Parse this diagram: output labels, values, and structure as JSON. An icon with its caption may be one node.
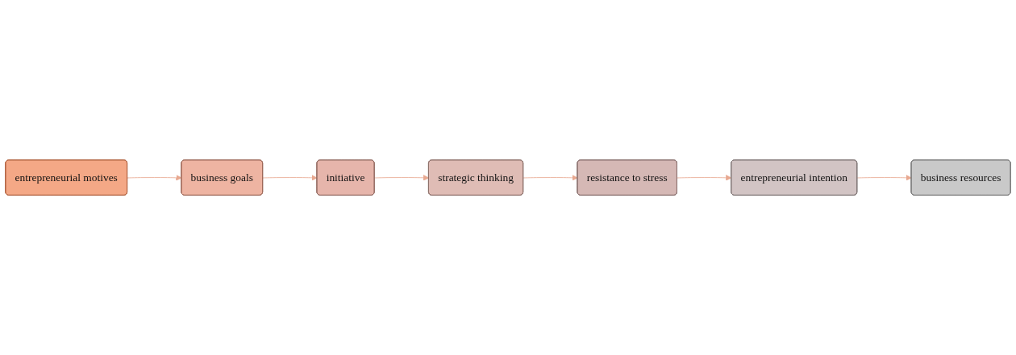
{
  "diagram": {
    "nodes": [
      {
        "text": [
          "entrepreneurial motives"
        ]
      },
      {
        "text": [
          "business goals"
        ]
      },
      {
        "text": [
          "initiative"
        ]
      },
      {
        "text": [
          "strategic thinking"
        ]
      },
      {
        "text": [
          "resistance to stress"
        ]
      },
      {
        "text": [
          "entrepreneurial intention"
        ]
      },
      {
        "text": [
          "business resources"
        ]
      }
    ],
    "edges": [
      {
        "from": 0,
        "to": 1,
        "arrow": "to"
      },
      {
        "from": 1,
        "to": 2,
        "arrow": "to"
      },
      {
        "from": 2,
        "to": 3,
        "arrow": "to"
      },
      {
        "from": 3,
        "to": 4,
        "arrow": "to"
      },
      {
        "from": 4,
        "to": 5,
        "arrow": "to"
      },
      {
        "from": 5,
        "to": 6,
        "arrow": "to"
      }
    ]
  }
}
